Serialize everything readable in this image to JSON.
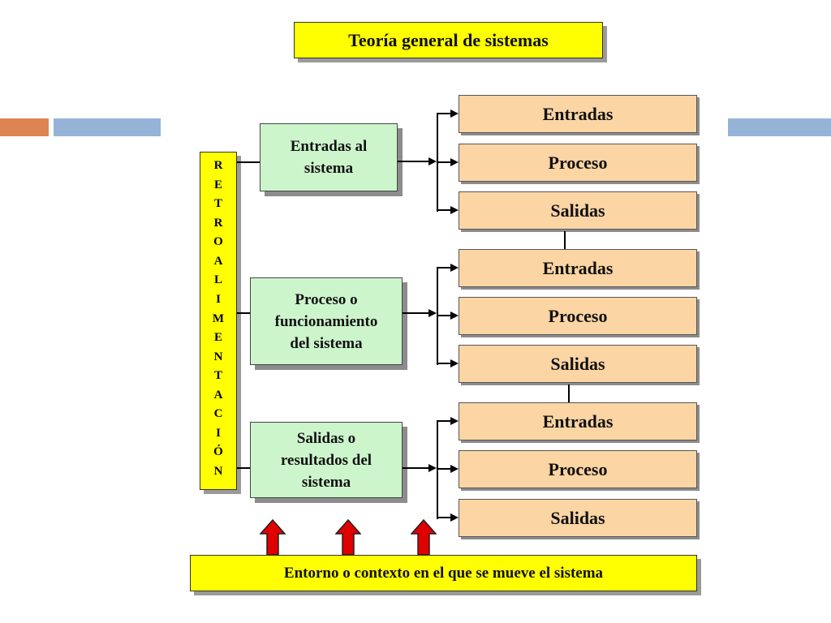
{
  "title": "Teoría general de sistemas",
  "feedback_label": [
    "R",
    "E",
    "T",
    "R",
    "O",
    "A",
    "L",
    "I",
    "M",
    "E",
    "N",
    "T",
    "A",
    "C",
    "I",
    "Ó",
    "N"
  ],
  "stages": [
    {
      "lines": [
        "Entradas al",
        "sistema"
      ]
    },
    {
      "lines": [
        "Proceso o",
        "funcionamiento",
        "del sistema"
      ]
    },
    {
      "lines": [
        "Salidas o",
        "resultados del",
        "sistema"
      ]
    }
  ],
  "sub_steps": [
    [
      "Entradas",
      "Proceso",
      "Salidas"
    ],
    [
      "Entradas",
      "Proceso",
      "Salidas"
    ],
    [
      "Entradas",
      "Proceso",
      "Salidas"
    ]
  ],
  "environment": "Entorno o contexto en el que se mueve el sistema",
  "colors": {
    "title_bg": "#ffff00",
    "stage_bg": "#ccf5cc",
    "step_bg": "#fcd5a4",
    "arrow_red": "#e00000",
    "deco_orange": "#dd8453",
    "deco_blue": "#95b3d7"
  }
}
